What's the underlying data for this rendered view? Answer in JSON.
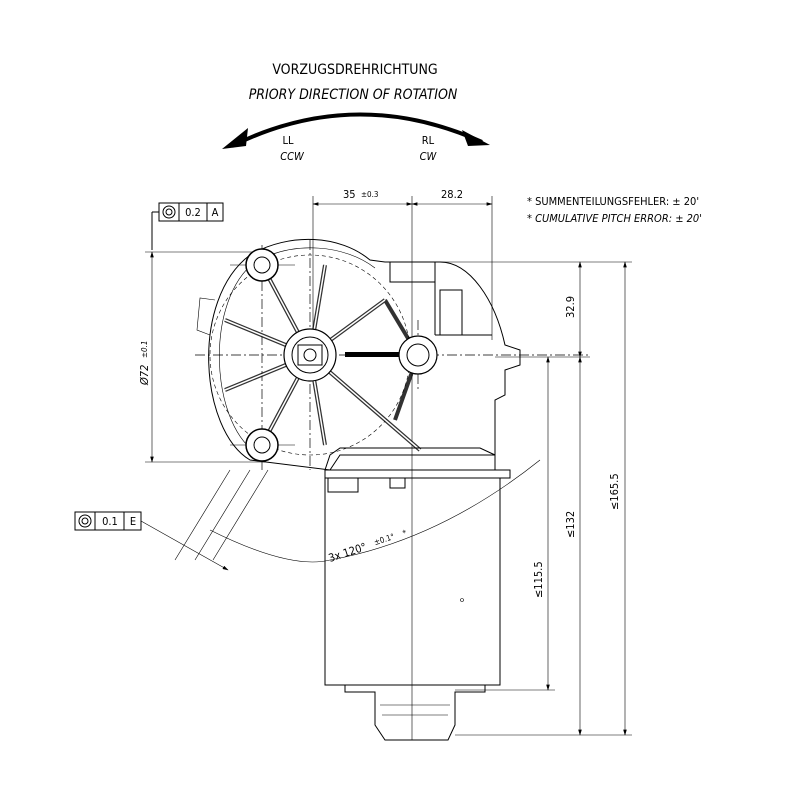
{
  "rotation": {
    "title_de": "VORZUGSDREHRICHTUNG",
    "title_en": "PRIORY DIRECTION OF ROTATION",
    "left": {
      "de": "LL",
      "en": "CCW"
    },
    "right": {
      "de": "RL",
      "en": "CW"
    }
  },
  "notes": {
    "de": "* SUMMENTEILUNGSFEHLER: ± 20'",
    "en": "* CUMULATIVE PITCH ERROR: ± 20'"
  },
  "dimensions": {
    "d35": "35",
    "d35_tol": "±0.3",
    "d28": "28.2",
    "d72": "Ø72",
    "d72_tol": "±0.1",
    "d32": "32.9",
    "d165": "≤165.5",
    "d132": "≤132",
    "d115": "≤115.5",
    "angle": "3x 120°",
    "angle_tol": "±0.1°",
    "angle_star": "*"
  },
  "tolerance_frames": [
    {
      "symbol": "concentricity",
      "value": "0.2",
      "datum": "A"
    },
    {
      "symbol": "concentricity",
      "value": "0.1",
      "datum": "E"
    }
  ]
}
